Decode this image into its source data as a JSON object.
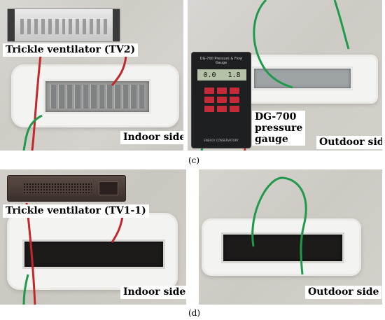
{
  "panels": {
    "c": {
      "label_device": "Trickle ventilator (TV2)",
      "label_indoor": "Indoor side",
      "label_outdoor": "Outdoor side",
      "label_gauge": "DG-700\npressure\ngauge",
      "gauge_title": "DG-700 Pressure & Flow Gauge",
      "gauge_readout_a": "0.0",
      "gauge_readout_b": "1.8",
      "gauge_brand": "ENERGY CONSERVATORY",
      "caption": "(c)"
    },
    "d": {
      "label_device": "Trickle ventilator (TV1-1)",
      "label_indoor": "Indoor side",
      "label_outdoor": "Outdoor side",
      "caption": "(d)"
    }
  },
  "colors": {
    "tube_green": "#1f9a4a",
    "tube_red": "#c3262b",
    "plaster": "#f3f3f1",
    "wall": "#d4d1cb"
  }
}
